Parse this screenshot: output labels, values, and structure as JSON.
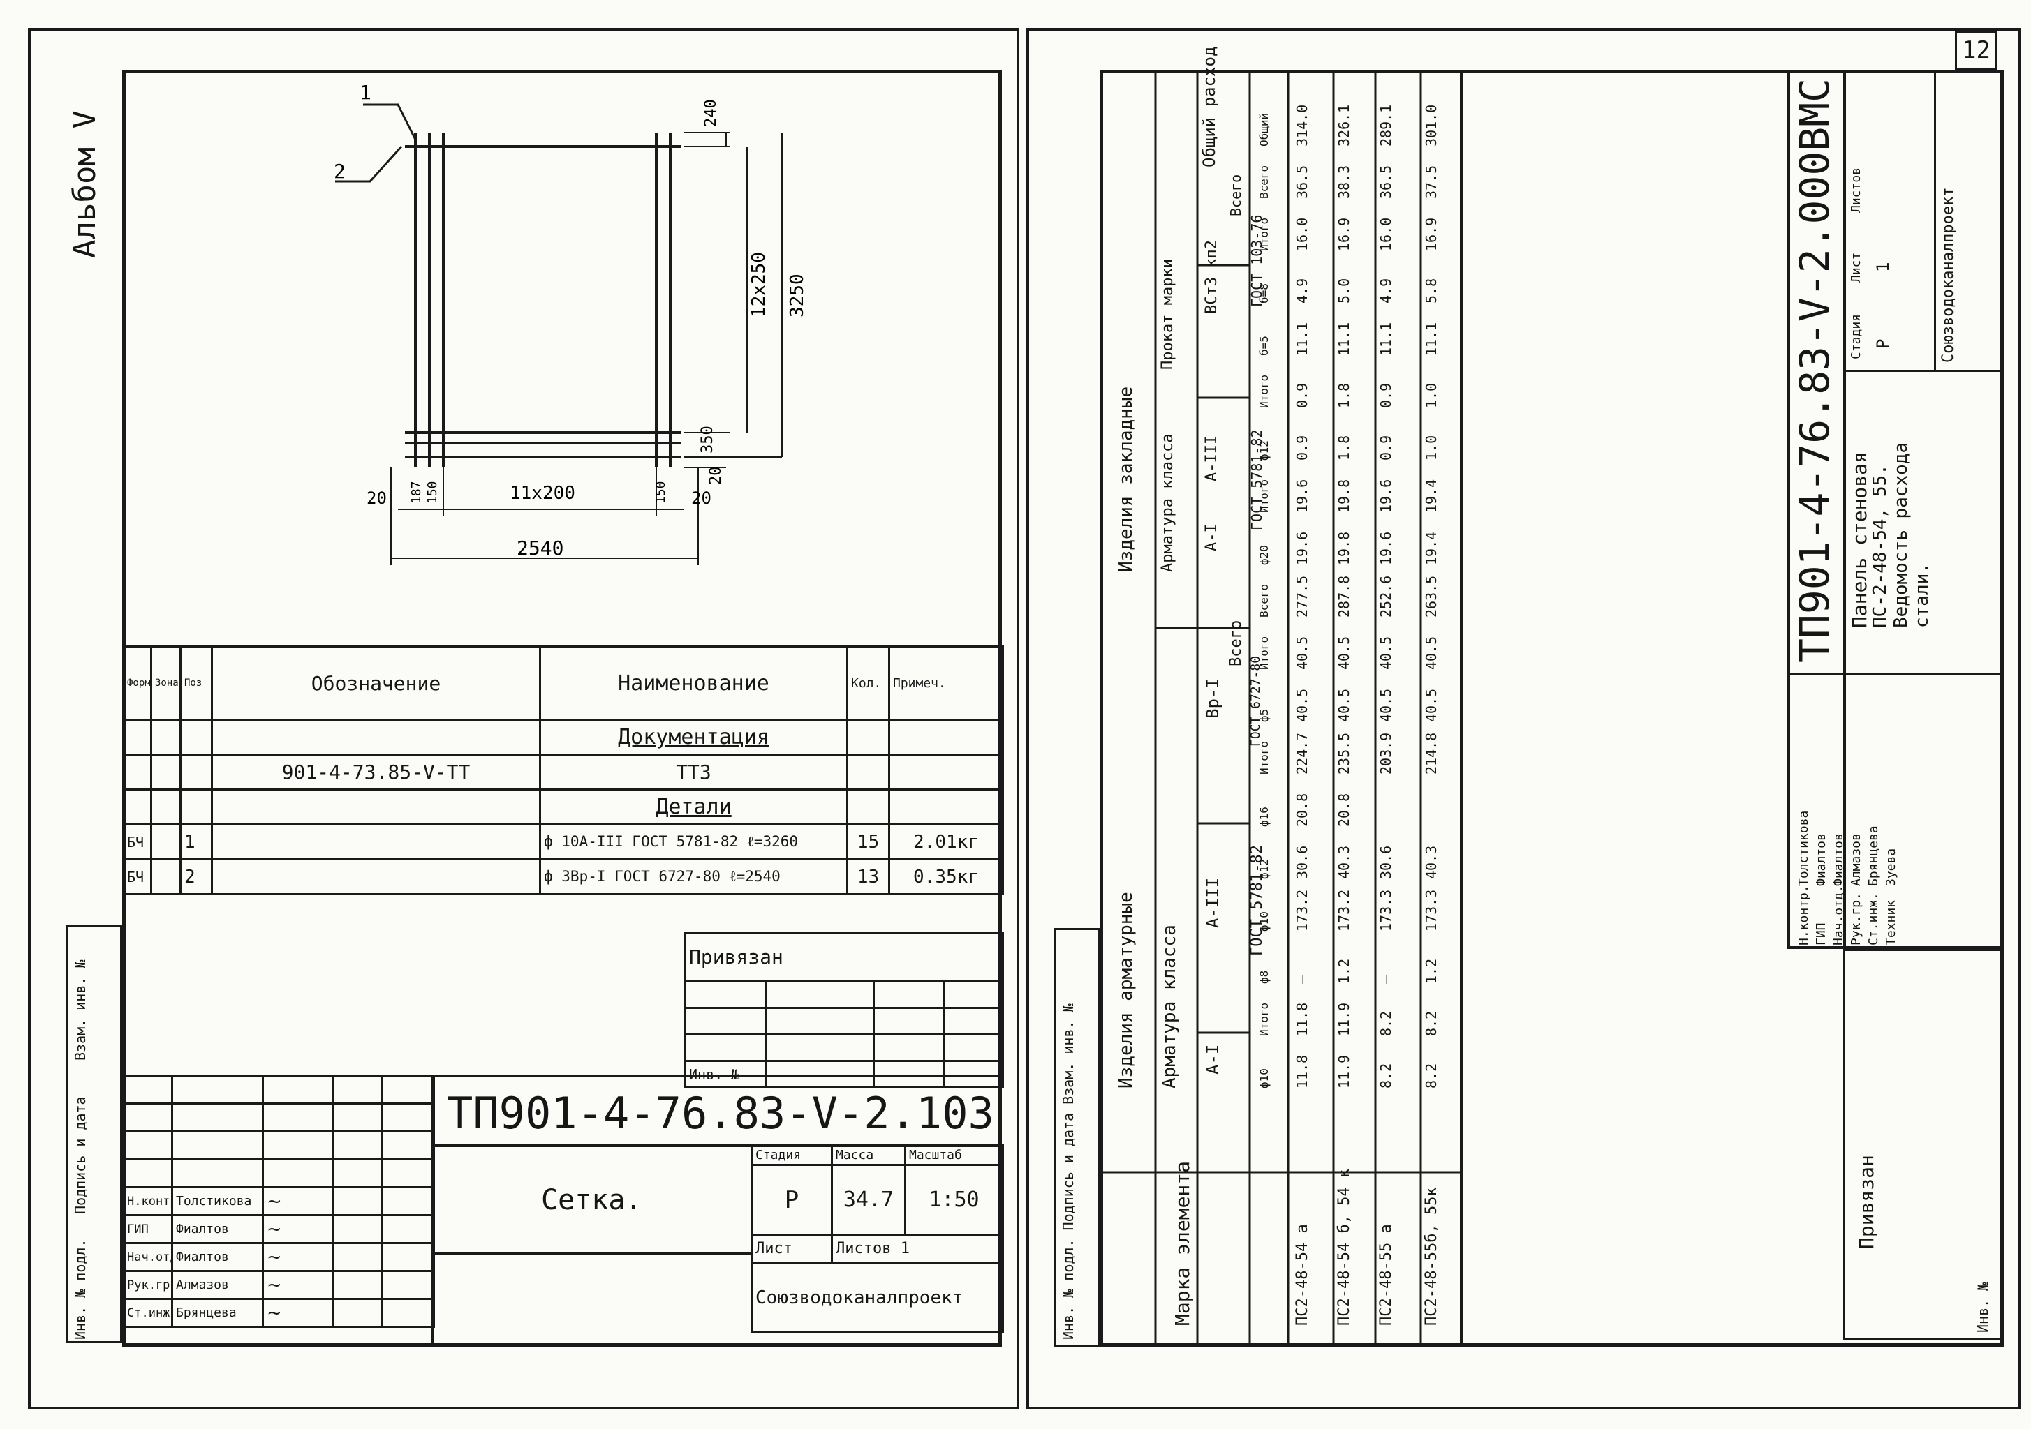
{
  "left_sheet": {
    "album_label": "Альбом V",
    "drawing": {
      "callout_1": "1",
      "callout_2": "2",
      "dim_top": "240",
      "dim_spacing_v": "12x250",
      "dim_height": "3250",
      "dim_bottom_a": "350",
      "dim_bottom_b": "20",
      "dim_left_20": "20",
      "dim_187": "187",
      "dim_150": "150",
      "dim_spacing_h": "11x200",
      "dim_right_150": "150",
      "dim_right_20": "20",
      "dim_width": "2540"
    },
    "spec_table": {
      "headers": [
        "Формат",
        "Зона",
        "Поз",
        "Обозначение",
        "Наименование",
        "Кол.",
        "Примеч."
      ],
      "rows": [
        {
          "fmt": "",
          "zone": "",
          "pos": "",
          "designation": "",
          "name": "Документация",
          "qty": "",
          "note": ""
        },
        {
          "fmt": "",
          "zone": "",
          "pos": "",
          "designation": "901-4-73.85-V-ТТ",
          "name": "ТТЗ",
          "qty": "",
          "note": ""
        },
        {
          "fmt": "",
          "zone": "",
          "pos": "",
          "designation": "",
          "name": "Детали",
          "qty": "",
          "note": ""
        },
        {
          "fmt": "БЧ",
          "zone": "",
          "pos": "1",
          "designation": "",
          "name": "ф 10А-III ГОСТ 5781-82 ℓ=3260",
          "qty": "15",
          "note": "2.01кг"
        },
        {
          "fmt": "БЧ",
          "zone": "",
          "pos": "2",
          "designation": "",
          "name": "ф 3Вр-I ГОСТ 6727-80 ℓ=2540",
          "qty": "13",
          "note": "0.35кг"
        }
      ]
    },
    "privyazan": {
      "title": "Привязан",
      "inv_label": "Инв. №"
    },
    "title_block": {
      "code": "ТП901-4-76.83-V-2.103",
      "name": "Сетка.",
      "stage_label": "Стадия",
      "mass_label": "Масса",
      "scale_label": "Масштаб",
      "stage": "Р",
      "mass": "34.7",
      "scale": "1:50",
      "sheet_label": "Лист",
      "sheets_label": "Листов 1",
      "org": "Союзводоканалпроект",
      "roles": [
        "Н.контр.",
        "ГИП",
        "Нач.отд.",
        "Рук.гр.",
        "Ст.инж."
      ],
      "names": [
        "Толстикова",
        "Фиалтов",
        "Фиалтов",
        "Алмазов",
        "Брянцева"
      ]
    },
    "side_strip": [
      "Инв. № подл.",
      "Подпись и дата",
      "Взам. инв. №"
    ]
  },
  "right_sheet": {
    "page_number": "12",
    "table": {
      "h_col_mark": "Марка элемента",
      "h_arm_products": "Изделия арматурные",
      "h_arm_class": "Арматура класса",
      "h_AI": "A-I",
      "h_AIII": "A-III",
      "h_VpI": "Вр-I",
      "h_gost_5781_a": "ГОСТ 5781-82",
      "h_gost_6727": "ГОСТ 6727-80",
      "h_vsego": "Всего",
      "h_embed": "Изделия закладные",
      "h_arm_class2": "Арматура класса",
      "h_prokat": "Прокат марки",
      "h_AI_2": "A-I",
      "h_AIII_2": "A-III",
      "h_vst": "ВСт3 кп2",
      "h_gost_5781_b": "ГОСТ 5781-82",
      "h_gost_103": "ГОСТ 103-76",
      "h_vsego2": "Всего",
      "h_total": "Общий расход",
      "sub": [
        "ф10",
        "Итого",
        "ф8",
        "ф10",
        "ф12",
        "ф16",
        "Итого",
        "ф5",
        "Итого",
        "Всего",
        "ф20",
        "Итого",
        "ф12",
        "Итого",
        "б=5",
        "б=8",
        "Итого",
        "Всего",
        "Общий"
      ],
      "rows": [
        {
          "mark": "ПС2-48-54 а",
          "c": [
            "11.8",
            "11.8",
            "—",
            "173.2",
            "30.6",
            "20.8",
            "224.7",
            "40.5",
            "40.5",
            "277.5",
            "19.6",
            "19.6",
            "0.9",
            "0.9",
            "11.1",
            "4.9",
            "16.0",
            "36.5",
            "314.0"
          ]
        },
        {
          "mark": "ПС2-48-54 б, 54 к",
          "c": [
            "11.9",
            "11.9",
            "1.2",
            "173.2",
            "40.3",
            "20.8",
            "235.5",
            "40.5",
            "40.5",
            "287.8",
            "19.8",
            "19.8",
            "1.8",
            "1.8",
            "11.1",
            "5.0",
            "16.9",
            "38.3",
            "326.1"
          ]
        },
        {
          "mark": "ПС2-48-55 а",
          "c": [
            "8.2",
            "8.2",
            "—",
            "173.3",
            "30.6",
            "",
            "203.9",
            "40.5",
            "40.5",
            "252.6",
            "19.6",
            "19.6",
            "0.9",
            "0.9",
            "11.1",
            "4.9",
            "16.0",
            "36.5",
            "289.1"
          ]
        },
        {
          "mark": "ПС2-48-55б, 55к",
          "c": [
            "8.2",
            "8.2",
            "1.2",
            "173.3",
            "40.3",
            "",
            "214.8",
            "40.5",
            "40.5",
            "263.5",
            "19.4",
            "19.4",
            "1.0",
            "1.0",
            "11.1",
            "5.8",
            "16.9",
            "37.5",
            "301.0"
          ]
        }
      ]
    },
    "title_block": {
      "code": "ТП901-4-76.83-V-2.000ВМС",
      "description_1": "Панель стеновая",
      "description_2": "ПС-2-48-54, 55.",
      "description_3": "Ведомость расхода",
      "description_4": "стали.",
      "stage_label": "Стадия",
      "sheet_label": "Лист",
      "sheets_label": "Листов",
      "stage": "Р",
      "sheet": "1",
      "org": "Союзводоканалпроект",
      "roles": [
        "Н.контр.",
        "ГИП",
        "Нач.отд.",
        "Рук.гр.",
        "Ст.инж.",
        "Техник"
      ],
      "names": [
        "Толстикова",
        "Фиалтов",
        "Фиалтов",
        "Алмазов",
        "Брянцева",
        "Зуева"
      ]
    },
    "privyazan": {
      "title": "Привязан",
      "inv_label": "Инв. №"
    },
    "side_strip": "Инв. № подл. Подпись и дата Взам. инв. №"
  }
}
